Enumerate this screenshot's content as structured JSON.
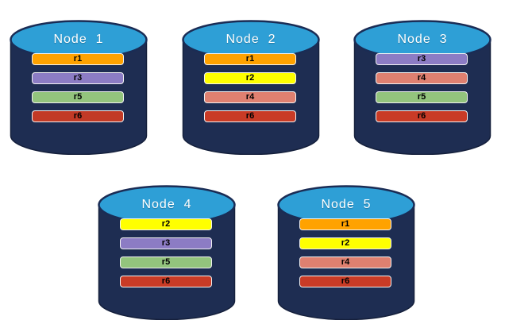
{
  "diagram": {
    "background_color": "#FFFFFF",
    "cylinder": {
      "body_color": "#1E2D52",
      "body_outline_color": "#15203C",
      "top_color": "#2E9FD6",
      "top_outline_color": "#1A2C55"
    },
    "bar_border_color": "#F2F2F2"
  },
  "nodes": [
    {
      "title": "Node  1",
      "shards": [
        {
          "label": "r1",
          "color": "#FFA200"
        },
        {
          "label": "r3",
          "color": "#8C7CC4"
        },
        {
          "label": "r5",
          "color": "#93C47D"
        },
        {
          "label": "r6",
          "color": "#C23A26"
        }
      ]
    },
    {
      "title": "Node  2",
      "shards": [
        {
          "label": "r1",
          "color": "#FFA200"
        },
        {
          "label": "r2",
          "color": "#FFFF00"
        },
        {
          "label": "r4",
          "color": "#DF8070"
        },
        {
          "label": "r6",
          "color": "#C93B26"
        }
      ]
    },
    {
      "title": "Node  3",
      "shards": [
        {
          "label": "r3",
          "color": "#8C7CC4"
        },
        {
          "label": "r4",
          "color": "#DF8070"
        },
        {
          "label": "r5",
          "color": "#93C47D"
        },
        {
          "label": "r6",
          "color": "#C93B26"
        }
      ]
    },
    {
      "title": "Node  4",
      "shards": [
        {
          "label": "r2",
          "color": "#FFFF00"
        },
        {
          "label": "r3",
          "color": "#8C7CC4"
        },
        {
          "label": "r5",
          "color": "#93C47D"
        },
        {
          "label": "r6",
          "color": "#C93B26"
        }
      ]
    },
    {
      "title": "Node  5",
      "shards": [
        {
          "label": "r1",
          "color": "#FFA200"
        },
        {
          "label": "r2",
          "color": "#FFFF00"
        },
        {
          "label": "r4",
          "color": "#DF8070"
        },
        {
          "label": "r6",
          "color": "#C93B26"
        }
      ]
    }
  ]
}
